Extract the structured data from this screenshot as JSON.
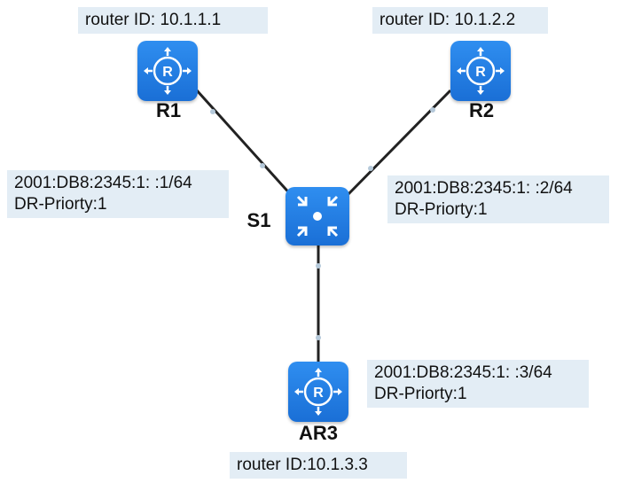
{
  "devices": {
    "r1": {
      "name": "R1",
      "router_id": "router  ID: 10.1.1.1",
      "icon": "router-icon"
    },
    "r2": {
      "name": "R2",
      "router_id": "router  ID: 10.1.2.2",
      "icon": "router-icon"
    },
    "s1": {
      "name": "S1",
      "icon": "switch-icon"
    },
    "ar3": {
      "name": "AR3",
      "router_id": "router  ID:10.1.3.3",
      "icon": "router-icon"
    }
  },
  "interfaces": {
    "r1": {
      "address": "2001:DB8:2345:1: :1/64",
      "priority": "DR-Priorty:1"
    },
    "r2": {
      "address": "2001:DB8:2345:1: :2/64",
      "priority": "DR-Priorty:1"
    },
    "ar3": {
      "address": "2001:DB8:2345:1: :3/64",
      "priority": "DR-Priorty:1"
    }
  },
  "colors": {
    "device_fill": "#1f7ae0",
    "label_background": "#e3edf5",
    "link": "#222222"
  }
}
